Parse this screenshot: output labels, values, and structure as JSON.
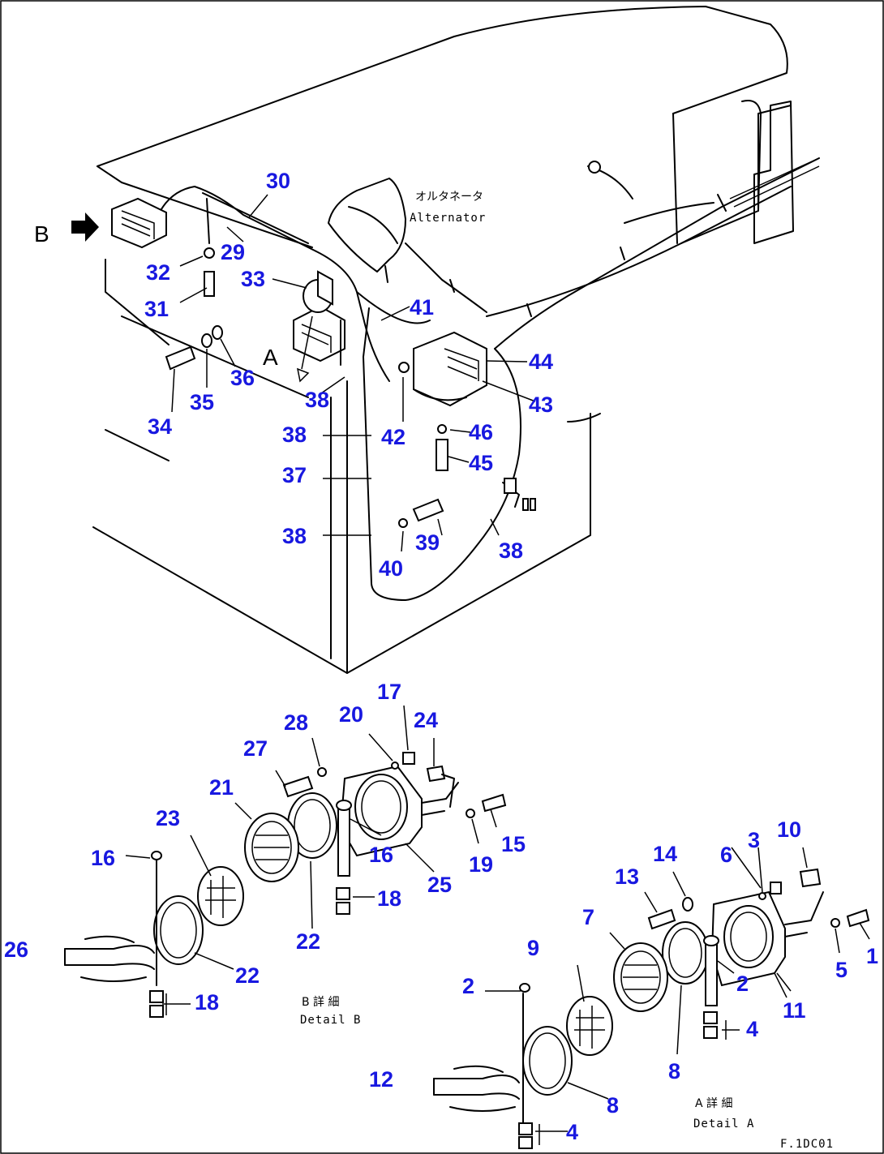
{
  "labels": {
    "view_a": "A",
    "view_b": "B",
    "alternator_jp": "オルタネータ",
    "alternator_en": "Alternator",
    "detail_b_jp": "B 詳 細",
    "detail_b_en": "Detail B",
    "detail_a_jp": "A 詳 細",
    "detail_a_en": "Detail A",
    "figure_code": "F.1DC01"
  },
  "callouts": [
    {
      "id": "c1",
      "text": "1"
    },
    {
      "id": "c2a",
      "text": "2"
    },
    {
      "id": "c2b",
      "text": "2"
    },
    {
      "id": "c3",
      "text": "3"
    },
    {
      "id": "c4a",
      "text": "4"
    },
    {
      "id": "c4b",
      "text": "4"
    },
    {
      "id": "c5",
      "text": "5"
    },
    {
      "id": "c6",
      "text": "6"
    },
    {
      "id": "c7",
      "text": "7"
    },
    {
      "id": "c8a",
      "text": "8"
    },
    {
      "id": "c8b",
      "text": "8"
    },
    {
      "id": "c9",
      "text": "9"
    },
    {
      "id": "c10",
      "text": "10"
    },
    {
      "id": "c11",
      "text": "11"
    },
    {
      "id": "c12",
      "text": "12"
    },
    {
      "id": "c13",
      "text": "13"
    },
    {
      "id": "c14",
      "text": "14"
    },
    {
      "id": "c15",
      "text": "15"
    },
    {
      "id": "c16a",
      "text": "16"
    },
    {
      "id": "c16b",
      "text": "16"
    },
    {
      "id": "c17",
      "text": "17"
    },
    {
      "id": "c18a",
      "text": "18"
    },
    {
      "id": "c18b",
      "text": "18"
    },
    {
      "id": "c19",
      "text": "19"
    },
    {
      "id": "c20",
      "text": "20"
    },
    {
      "id": "c21",
      "text": "21"
    },
    {
      "id": "c22a",
      "text": "22"
    },
    {
      "id": "c22b",
      "text": "22"
    },
    {
      "id": "c23",
      "text": "23"
    },
    {
      "id": "c24",
      "text": "24"
    },
    {
      "id": "c25",
      "text": "25"
    },
    {
      "id": "c26",
      "text": "26"
    },
    {
      "id": "c27",
      "text": "27"
    },
    {
      "id": "c28",
      "text": "28"
    },
    {
      "id": "c29",
      "text": "29"
    },
    {
      "id": "c30",
      "text": "30"
    },
    {
      "id": "c31",
      "text": "31"
    },
    {
      "id": "c32",
      "text": "32"
    },
    {
      "id": "c33",
      "text": "33"
    },
    {
      "id": "c34",
      "text": "34"
    },
    {
      "id": "c35",
      "text": "35"
    },
    {
      "id": "c36",
      "text": "36"
    },
    {
      "id": "c37",
      "text": "37"
    },
    {
      "id": "c38a",
      "text": "38"
    },
    {
      "id": "c38b",
      "text": "38"
    },
    {
      "id": "c38c",
      "text": "38"
    },
    {
      "id": "c38d",
      "text": "38"
    },
    {
      "id": "c39",
      "text": "39"
    },
    {
      "id": "c40",
      "text": "40"
    },
    {
      "id": "c41",
      "text": "41"
    },
    {
      "id": "c42",
      "text": "42"
    },
    {
      "id": "c43",
      "text": "43"
    },
    {
      "id": "c44",
      "text": "44"
    },
    {
      "id": "c45",
      "text": "45"
    },
    {
      "id": "c46",
      "text": "46"
    }
  ]
}
